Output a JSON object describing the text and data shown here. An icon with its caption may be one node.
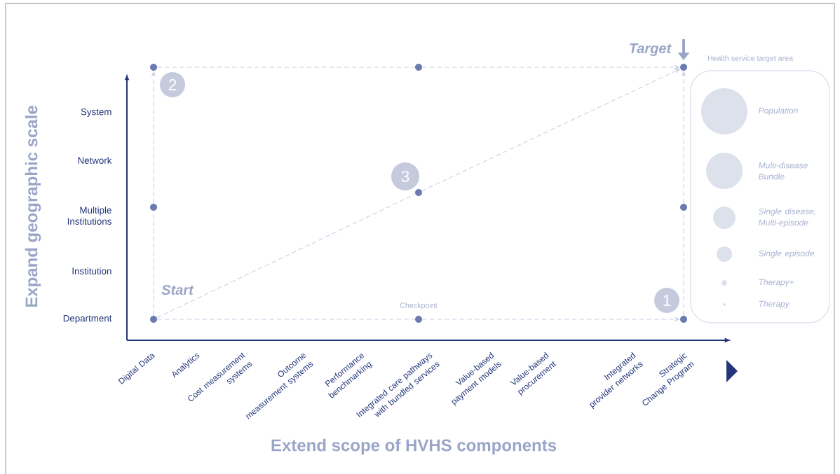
{
  "diagram": {
    "nodes": [
      {
        "text": [],
        "shape": "circle",
        "beside": [
          "Start"
        ]
      },
      {
        "text": [],
        "shape": "circle",
        "beside": [
          "Checkpoint"
        ]
      },
      {
        "text": [],
        "shape": "circle"
      },
      {
        "text": [],
        "shape": "circle"
      },
      {
        "text": [],
        "shape": "circle"
      },
      {
        "text": [],
        "shape": "circle"
      },
      {
        "text": [],
        "shape": "circle"
      },
      {
        "text": [],
        "shape": "circle"
      },
      {
        "text": [],
        "shape": "circle",
        "beside": [
          "Target"
        ]
      },
      {
        "text": [
          "1"
        ]
      },
      {
        "text": [
          "2"
        ]
      },
      {
        "text": [
          "3"
        ]
      },
      {
        "text": [
          "Health service target area"
        ]
      }
    ],
    "edges": [
      {
        "from": 0,
        "to": 1,
        "arrow": "none",
        "style": "dashed"
      },
      {
        "from": 1,
        "to": 2,
        "arrow": "to",
        "style": "dashed"
      },
      {
        "from": 2,
        "to": 5,
        "arrow": "none",
        "style": "dashed"
      },
      {
        "from": 5,
        "to": 8,
        "arrow": "to",
        "style": "dashed"
      },
      {
        "from": 0,
        "to": 3,
        "arrow": "none",
        "style": "dashed"
      },
      {
        "from": 3,
        "to": 6,
        "arrow": "to",
        "style": "dashed"
      },
      {
        "from": 6,
        "to": 7,
        "arrow": "none",
        "style": "dashed"
      },
      {
        "from": 7,
        "to": 8,
        "arrow": "to",
        "style": "dashed"
      },
      {
        "from": 0,
        "to": 4,
        "arrow": "none",
        "style": "dashed"
      },
      {
        "from": 4,
        "to": 8,
        "arrow": "to",
        "style": "dashed"
      }
    ],
    "labels": [
      "Expand geographic scale",
      "System",
      "Network",
      "Multiple Institutions",
      "Institution",
      "Department",
      "Digital Data",
      "Analytics",
      "Cost measurement systems",
      "Outcome measurement systems",
      "Performance benchmarking",
      "Integrated care pathways with bundled services",
      "Value-based payment models",
      "Value-based procurement",
      "Integrated provider networks",
      "Strategic Change Program",
      "Extend scope of HVHS components"
    ],
    "legend": [
      {
        "text": "Population"
      },
      {
        "text": "Multi-disease Bundle"
      },
      {
        "text": "Single disease, Multi-episode"
      },
      {
        "text": "Single episode"
      },
      {
        "text": "Therapy+"
      },
      {
        "text": "Therapy"
      }
    ]
  }
}
